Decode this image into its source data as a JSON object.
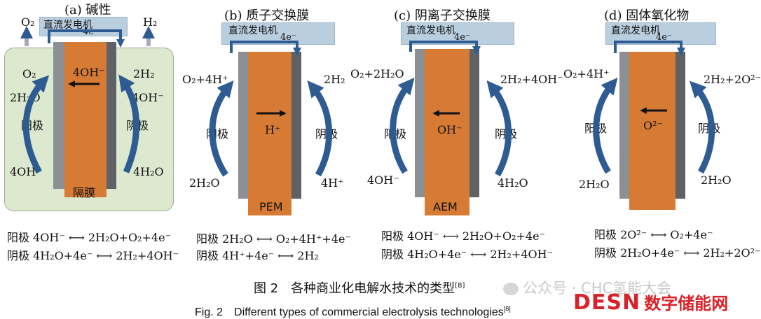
{
  "panels": {
    "a": {
      "title": "(a) 碱性",
      "generator": "直流发电机",
      "electrons": "4e⁻",
      "gas_left": "O₂",
      "gas_right": "H₂",
      "left_top": "O₂",
      "left_mid": "2H₂O",
      "left_bottom": "4OH⁻",
      "right_top": "2H₂",
      "right_mid": "4OH⁻",
      "right_bottom": "4H₂O",
      "ion": "4OH⁻",
      "anode": "阳极",
      "cathode": "阴极",
      "membrane": "隔膜",
      "eq_anode": "阳极 4OH⁻ ⟷ 2H₂O+O₂+4e⁻",
      "eq_cathode": "阴极 4H₂O+4e⁻ ⟷ 2H₂+4OH⁻"
    },
    "b": {
      "title": "(b) 质子交换膜",
      "generator": "直流发电机",
      "electrons": "4e⁻",
      "left_top": "O₂+4H⁺",
      "left_bottom": "2H₂O",
      "right_top": "2H₂",
      "right_bottom": "4H⁺",
      "ion": "H⁺",
      "anode": "阳极",
      "cathode": "阴极",
      "membrane": "PEM",
      "eq_anode": "阳极 2H₂O ⟷ O₂+4H⁺+4e⁻",
      "eq_cathode": "阴极 4H⁺+4e⁻ ⟷ 2H₂"
    },
    "c": {
      "title": "(c) 阴离子交换膜",
      "generator": "直流发电机",
      "electrons": "4e⁻",
      "left_top": "O₂+2H₂O",
      "left_bottom": "4OH⁻",
      "right_top": "2H₂+4OH⁻",
      "right_bottom": "4H₂O",
      "ion": "OH⁻",
      "anode": "阳极",
      "cathode": "阴极",
      "membrane": "AEM",
      "eq_anode": "阳极 4OH⁻ ⟷ 2H₂O+O₂+4e⁻",
      "eq_cathode": "阴极 4H₂O+4e⁻ ⟷ 2H₂+4OH⁻"
    },
    "d": {
      "title": "(d) 固体氧化物",
      "generator": "直流发电机",
      "electrons": "4e⁻",
      "left_top": "O₂+4H⁺",
      "left_bottom": "2H₂O",
      "right_top": "2H₂+2O²⁻",
      "right_bottom": "2H₂O",
      "ion": "O²⁻",
      "anode": "阳极",
      "cathode": "阴极",
      "eq_anode": "阳极 2O²⁻ ⟷ O₂+4e⁻",
      "eq_cathode": "阴极 2H₂O+4e⁻ ⟷ 2H₂+2O²⁻"
    }
  },
  "caption": {
    "cn": "图 2　各种商业化电解水技术的类型",
    "cn_ref": "[8]",
    "en": "Fig. 2　Different types of commercial electrolysis technologies",
    "en_ref": "[8]"
  },
  "watermark": "公众号 · CHC氢能大会",
  "logo": {
    "brand": "DESN",
    "name": "数字储能网"
  },
  "colors": {
    "arrow": "#2f5b93",
    "membrane": "#d67a34",
    "generator": "#b9cfe0",
    "tank": "#dce9cf",
    "logo": "#d8232a"
  }
}
